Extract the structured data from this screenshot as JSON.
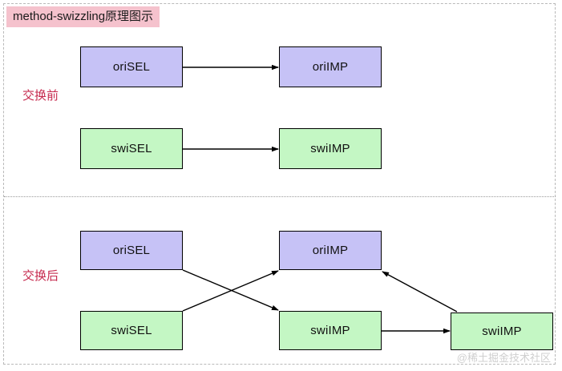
{
  "diagram": {
    "title": "method-swizzling原理图示",
    "title_bg": "#f5c2cd",
    "frame_border_color": "#b9b9b9",
    "divider_color": "#9a9a9a",
    "watermark": "@稀土掘金技术社区",
    "colors": {
      "purple_box": "#c6c2f6",
      "green_box": "#c4f7c4",
      "box_border": "#000000",
      "label_text": "#c62a4e",
      "arrow": "#000000"
    },
    "sections": [
      {
        "id": "before",
        "label": "交换前",
        "nodes": [
          {
            "id": "before-orisel",
            "text": "oriSEL",
            "color": "purple"
          },
          {
            "id": "before-orimp",
            "text": "oriIMP",
            "color": "purple"
          },
          {
            "id": "before-swisel",
            "text": "swiSEL",
            "color": "green"
          },
          {
            "id": "before-swiimp",
            "text": "swiIMP",
            "color": "green"
          }
        ],
        "edges": [
          {
            "from": "before-orisel",
            "to": "before-orimp",
            "kind": "straight"
          },
          {
            "from": "before-swisel",
            "to": "before-swiimp",
            "kind": "straight"
          }
        ]
      },
      {
        "id": "after",
        "label": "交换后",
        "nodes": [
          {
            "id": "after-orisel",
            "text": "oriSEL",
            "color": "purple"
          },
          {
            "id": "after-orimp",
            "text": "oriIMP",
            "color": "purple"
          },
          {
            "id": "after-swisel",
            "text": "swiSEL",
            "color": "green"
          },
          {
            "id": "after-swiimp",
            "text": "swiIMP",
            "color": "green"
          },
          {
            "id": "after-swiimp2",
            "text": "swiIMP",
            "color": "green"
          }
        ],
        "edges": [
          {
            "from": "after-orisel",
            "to": "after-swiimp",
            "kind": "cross"
          },
          {
            "from": "after-swisel",
            "to": "after-orimp",
            "kind": "cross"
          },
          {
            "from": "after-swiimp",
            "to": "after-swiimp2",
            "kind": "straight"
          },
          {
            "from": "after-swiimp2",
            "to": "after-orimp",
            "kind": "diagonal"
          }
        ]
      }
    ]
  }
}
